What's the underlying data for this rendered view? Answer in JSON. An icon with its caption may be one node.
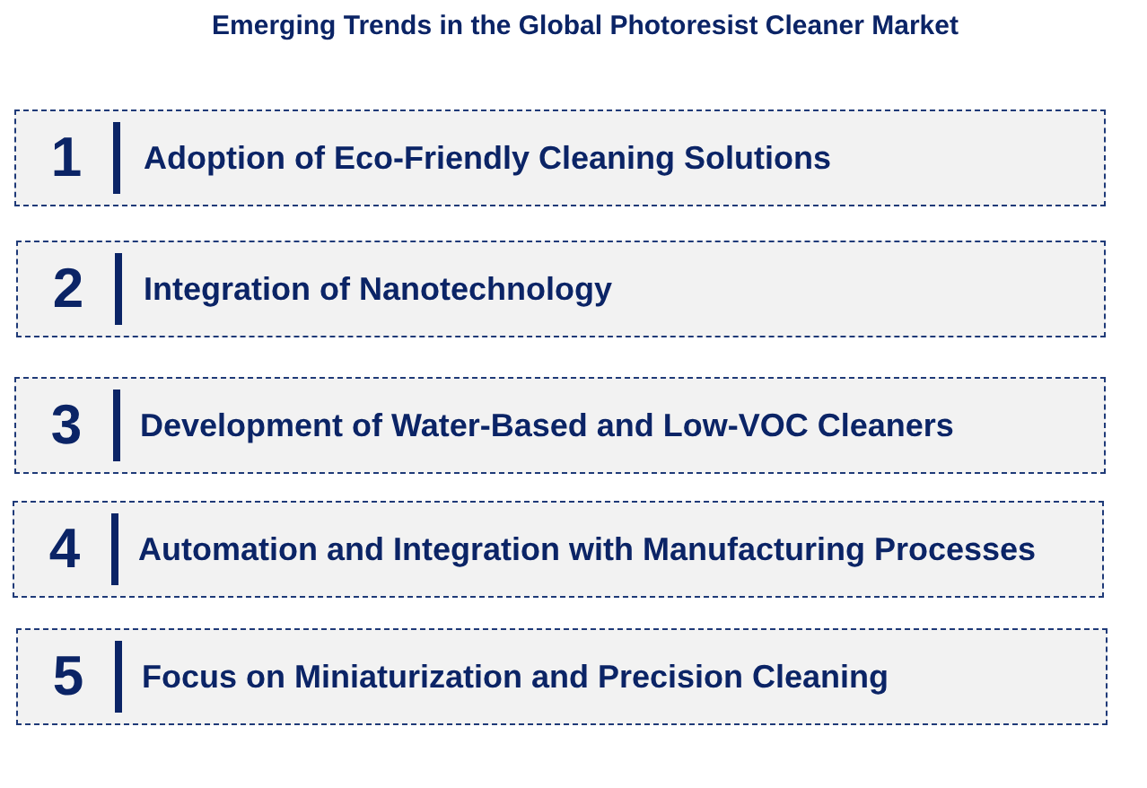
{
  "diagram": {
    "title": "Emerging Trends in the Global Photoresist Cleaner Market",
    "nodes": [
      {
        "text": [
          "1",
          "Adoption of Eco-Friendly Cleaning Solutions"
        ]
      },
      {
        "text": [
          "2",
          "Integration of Nanotechnology"
        ]
      },
      {
        "text": [
          "3",
          "Development of Water-Based and Low-VOC Cleaners"
        ]
      },
      {
        "text": [
          "4",
          "Automation and Integration with Manufacturing Processes"
        ]
      },
      {
        "text": [
          "5",
          "Focus on Miniaturization and Precision Cleaning"
        ]
      }
    ],
    "edges": []
  }
}
